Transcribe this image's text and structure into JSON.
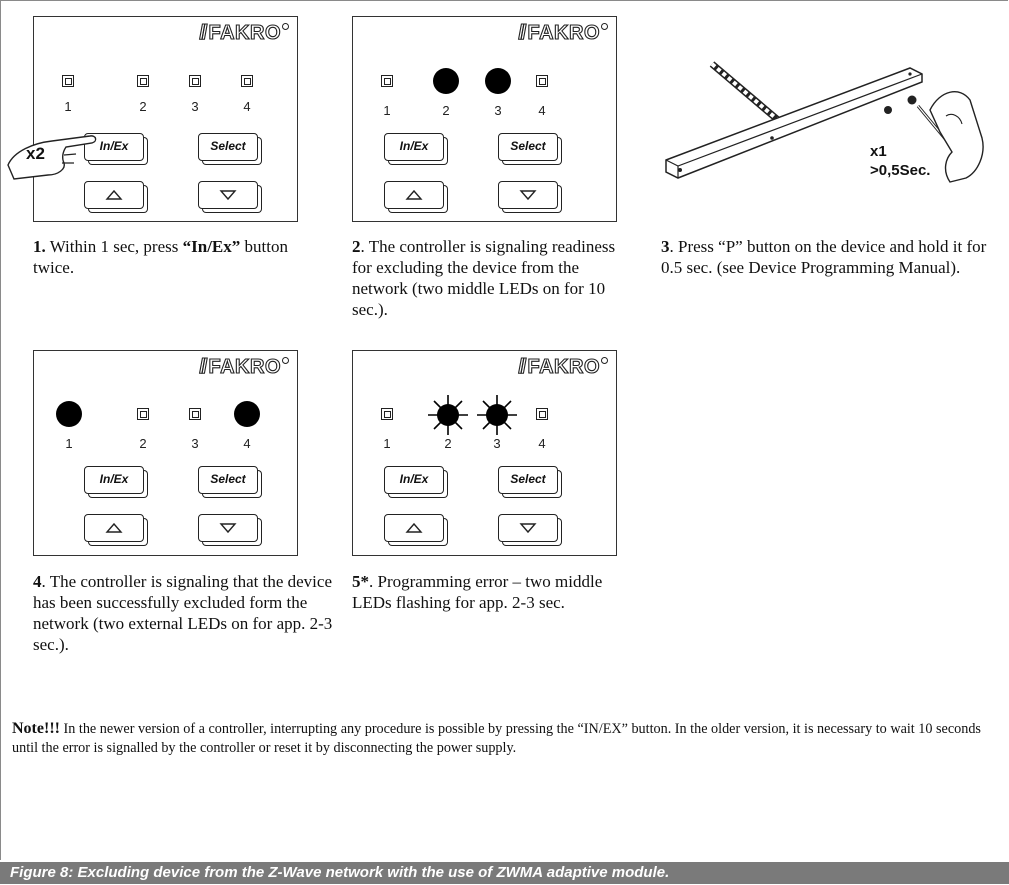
{
  "brand": {
    "logo_text": "FAKRO"
  },
  "controller": {
    "led_numbers": [
      "1",
      "2",
      "3",
      "4"
    ],
    "in_ex_label": "In/Ex",
    "select_label": "Select"
  },
  "steps": [
    {
      "number": "1.",
      "text": " Within 1 sec, press ",
      "highlight": "“In/Ex”",
      "text_after": " button twice.",
      "press_count": "x2",
      "leds_on": []
    },
    {
      "number": "2",
      "text": ".  The controller is signaling readiness for excluding the device from the network (two middle LEDs on for 10 sec.).",
      "leds_on": [
        2,
        3
      ]
    },
    {
      "number": "3",
      "text": ". Press “P” button on the device and hold it for 0.5 sec.  (see Device Programming Manual).",
      "press_count": "x1",
      "press_duration": ">0,5Sec."
    },
    {
      "number": "4",
      "text": ". The controller is signaling that the device has been successfully excluded form the network (two external LEDs on for app. 2-3 sec.).",
      "leds_on": [
        1,
        4
      ]
    },
    {
      "number": "5*",
      "text": ". Programming error – two middle LEDs flashing for app. 2-3 sec.",
      "leds_flashing": [
        2,
        3
      ]
    }
  ],
  "note": {
    "label": "Note!!!",
    "text": " In the newer version of a controller, interrupting any procedure is possible by pressing the “IN/EX” button. In the older version, it is necessary to wait 10 seconds until the error is signalled by the controller or reset it by disconnecting the power supply."
  },
  "figure_caption": "Figure 8: Excluding device from the Z-Wave network with the use of ZWMA adaptive module."
}
